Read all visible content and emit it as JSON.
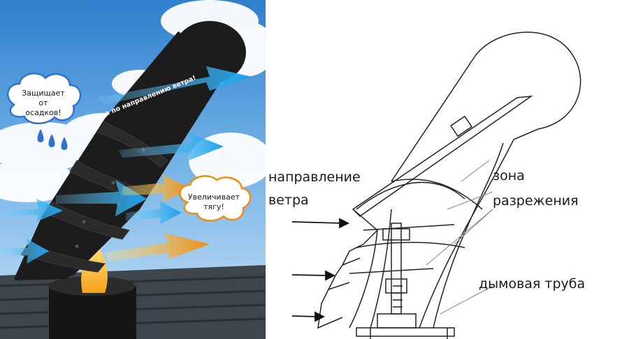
{
  "photo_panel": {
    "cloud_left_text": [
      "Защищает",
      "от",
      "осадков!"
    ],
    "cloud_right_text": [
      "Увеличивает",
      "тягу!"
    ],
    "wind_arrow_text": "Всегда по направлению ветра!"
  },
  "drawing_panel": {
    "label_wind": [
      "направление",
      "ветра"
    ],
    "label_zone": [
      "зона",
      "разрежения"
    ],
    "label_pipe": "дымовая труба"
  },
  "colors": {
    "sky": "#3f8fd6",
    "vane": "#1c1c1c",
    "wind_arrow": "#22a6e6",
    "draft_arrow": "#f08c10",
    "line": "#222222"
  }
}
